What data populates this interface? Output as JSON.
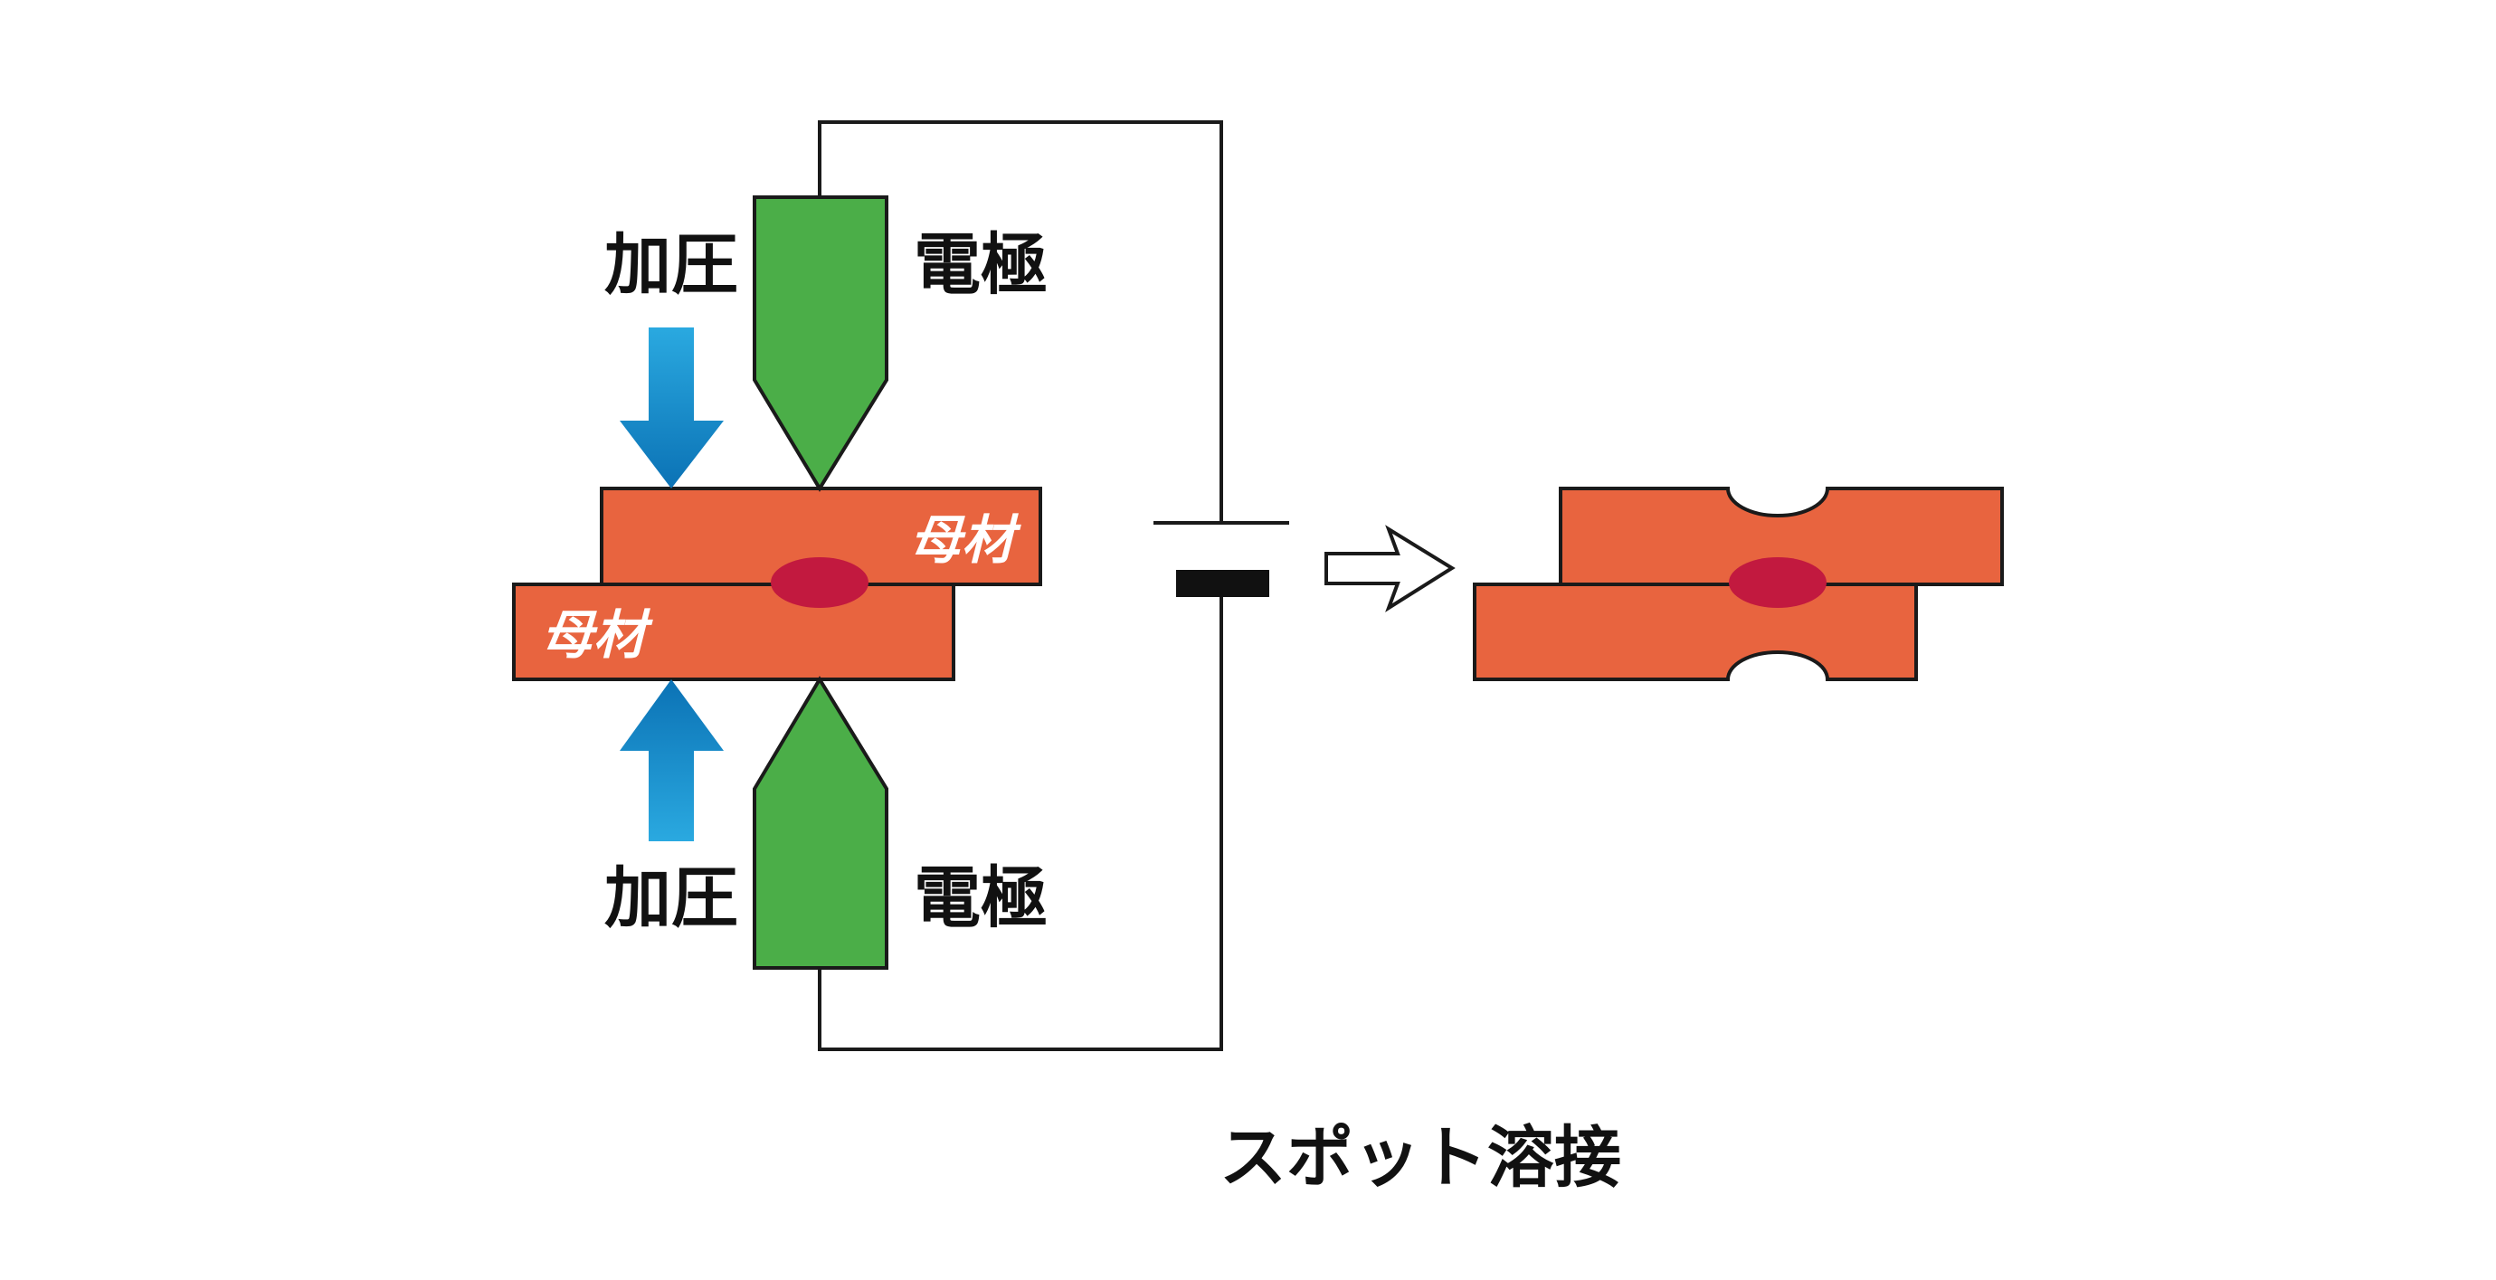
{
  "labels": {
    "pressure_top": "加圧",
    "pressure_bottom": "加圧",
    "electrode_top": "電極",
    "electrode_bottom": "電極",
    "base_metal_upper": "母材",
    "base_metal_lower": "母材",
    "caption": "スポット溶接"
  },
  "colors": {
    "base_metal": "#E8643F",
    "electrode": "#4BAE48",
    "nugget": "#C2193F",
    "arrow_light": "#2AA9E0",
    "arrow_dark": "#0B72B5",
    "outline": "#1a1a1a",
    "background": "#ffffff"
  },
  "icons": {
    "pressure_arrow": "arrow-down-icon",
    "transition_arrow": "arrow-right-outline-icon",
    "power_source": "battery-icon"
  }
}
